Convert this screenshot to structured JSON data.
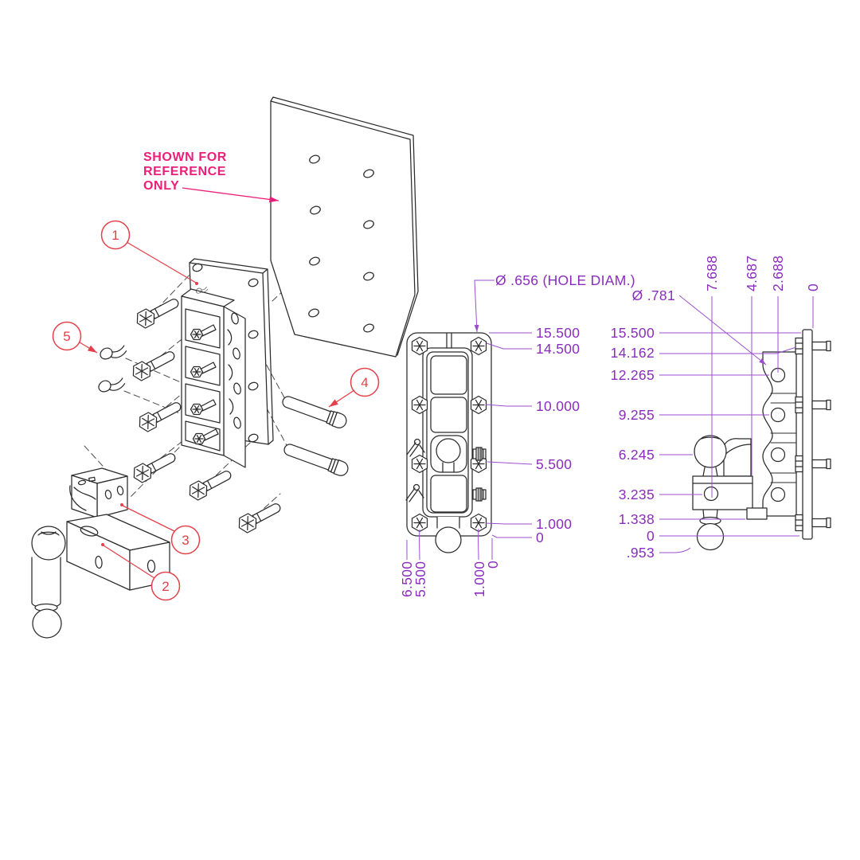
{
  "drawing": {
    "reference_note": {
      "lines": [
        "SHOWN FOR",
        "REFERENCE",
        "ONLY"
      ]
    },
    "callouts": [
      "1",
      "2",
      "3",
      "4",
      "5"
    ],
    "front_view": {
      "hole_note": "Ø .656 (HOLE DIAM.)",
      "right_dims": [
        "15.500",
        "14.500",
        "10.000",
        "5.500",
        "1.000",
        "0"
      ],
      "bottom_dims": [
        "6.500",
        "5.500",
        "1.000",
        "0"
      ]
    },
    "side_view": {
      "hole_note": "Ø .781",
      "left_dims": [
        "15.500",
        "14.162",
        "12.265",
        "9.255",
        "6.245",
        "3.235",
        "1.338",
        "0",
        ".953"
      ],
      "top_dims": [
        "7.688",
        "4.687",
        "2.688",
        "0"
      ]
    },
    "colors": {
      "dimension_text": "#8a2dbe",
      "dimension_line": "#9b4fd0",
      "callout": "#e4404a",
      "reference_note": "#ec1e79",
      "linework": "#2b2b2b"
    }
  }
}
